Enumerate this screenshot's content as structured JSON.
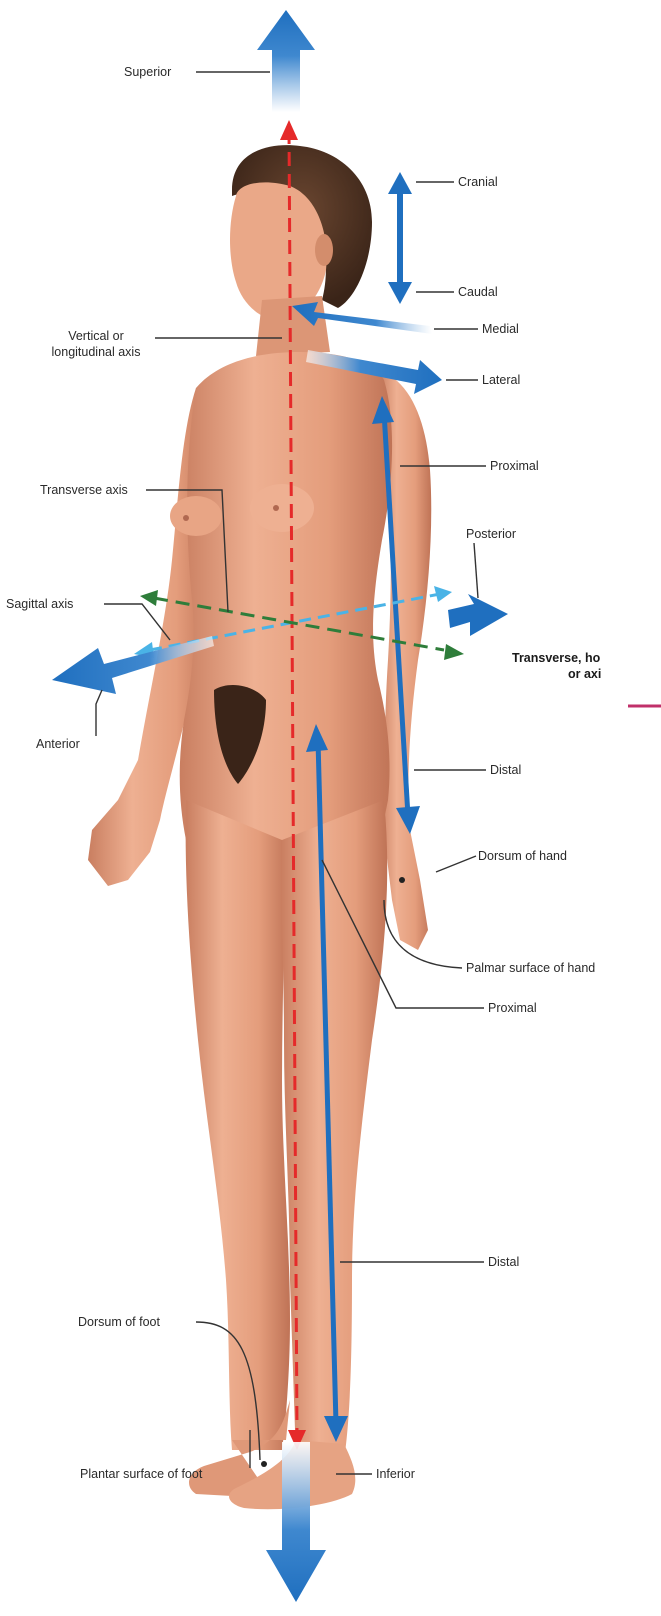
{
  "colors": {
    "background": "#ffffff",
    "skin": "#e9a585",
    "skin_shadow": "#c97e60",
    "hair": "#4a3021",
    "longitudinal_axis": "#e52a2a",
    "direction_arrow": "#1f6fbf",
    "sagittal_axis": "#4ab3e6",
    "transverse_axis": "#2e7d3a",
    "leader_line": "#333333",
    "accent_line": "#c0306a"
  },
  "icons": {
    "superior": "arrow-up-icon",
    "inferior": "arrow-down-icon",
    "cranial_caudal": "double-arrow-vertical-icon",
    "medial": "arrow-left-icon",
    "lateral": "arrow-right-icon",
    "anterior": "arrow-left-icon",
    "posterior": "arrow-right-icon"
  },
  "labels": {
    "superior": "Superior",
    "cranial": "Cranial",
    "caudal": "Caudal",
    "medial": "Medial",
    "lateral": "Lateral",
    "vertical_axis_line1": "Vertical or",
    "vertical_axis_line2": "longitudinal axis",
    "proximal_arm": "Proximal",
    "transverse_axis": "Transverse axis",
    "posterior": "Posterior",
    "sagittal_axis": "Sagittal axis",
    "transverse_plane_line1": "Transverse, ho",
    "transverse_plane_line2": "or axi",
    "anterior": "Anterior",
    "distal_arm": "Distal",
    "dorsum_hand": "Dorsum of hand",
    "palmar_hand": "Palmar surface of hand",
    "proximal_leg": "Proximal",
    "distal_leg": "Distal",
    "dorsum_foot": "Dorsum of foot",
    "plantar_foot": "Plantar surface of foot",
    "inferior": "Inferior"
  }
}
